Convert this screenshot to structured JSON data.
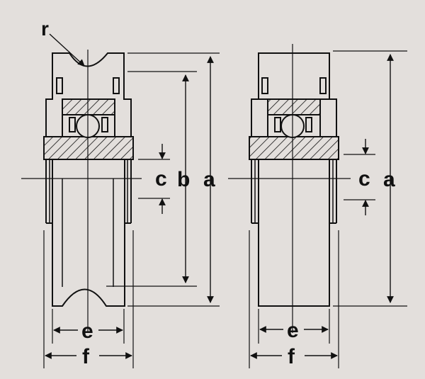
{
  "diagram": {
    "background": "#e3dfdc",
    "line_color": "#111111",
    "left_bearing": {
      "labels": {
        "r": "r",
        "c": "c",
        "b": "b",
        "a": "a",
        "e": "e",
        "f": "f"
      }
    },
    "right_bearing": {
      "labels": {
        "c": "c",
        "a": "a",
        "e": "e",
        "f": "f"
      }
    }
  }
}
